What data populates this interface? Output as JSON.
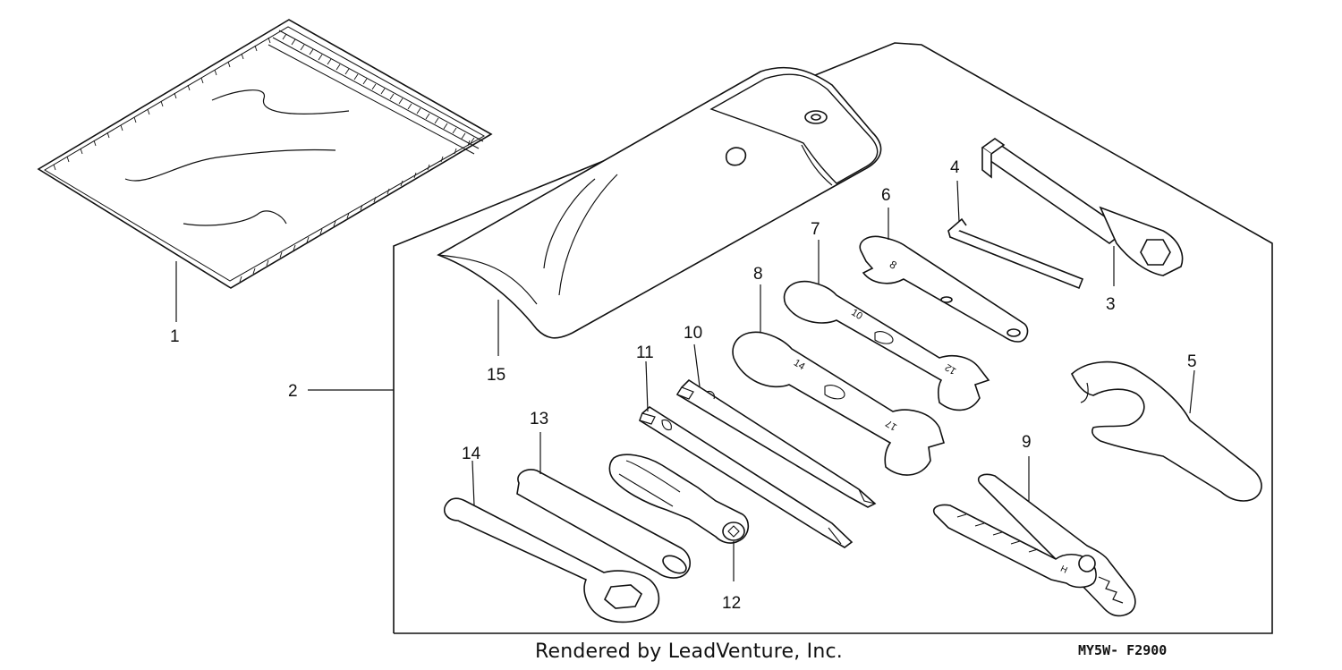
{
  "diagram": {
    "credit": "Rendered by LeadVenture, Inc.",
    "code": "MY5W- F2900",
    "callouts": [
      "1",
      "2",
      "3",
      "4",
      "5",
      "6",
      "7",
      "8",
      "9",
      "10",
      "11",
      "12",
      "13",
      "14",
      "15"
    ],
    "wrench_marks": {
      "w6_end": "8",
      "w7_a": "10",
      "w7_b": "12",
      "w8_a": "14",
      "w8_b": "17",
      "pliers": "H"
    }
  }
}
